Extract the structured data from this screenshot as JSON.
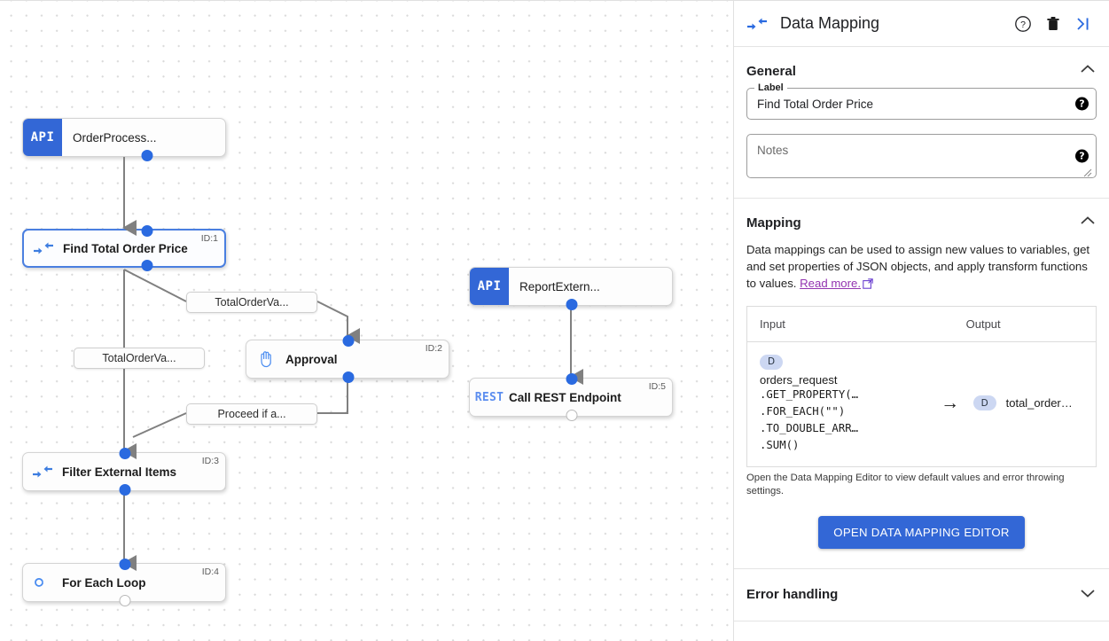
{
  "canvas": {
    "nodes": [
      {
        "key": "order-process",
        "icon": "api-badge-icon",
        "badge": "API",
        "title": "OrderProcess...",
        "id_label": ""
      },
      {
        "key": "find-total",
        "icon": "data-mapping-icon",
        "badge": "",
        "title": "Find Total Order Price",
        "id_label": "ID:1"
      },
      {
        "key": "approval",
        "icon": "hand-approval-icon",
        "badge": "",
        "title": "Approval",
        "id_label": "ID:2"
      },
      {
        "key": "filter-external",
        "icon": "data-mapping-icon",
        "badge": "",
        "title": "Filter External Items",
        "id_label": "ID:3"
      },
      {
        "key": "for-each-loop",
        "icon": "loop-infinity-icon",
        "badge": "",
        "title": "For Each Loop",
        "id_label": "ID:4"
      },
      {
        "key": "report-extern",
        "icon": "api-badge-icon",
        "badge": "API",
        "title": "ReportExtern...",
        "id_label": ""
      },
      {
        "key": "call-rest-endpoint",
        "icon": "rest-badge-icon",
        "badge": "REST",
        "title": "Call REST Endpoint",
        "id_label": "ID:5"
      }
    ],
    "edge_labels": [
      {
        "key": "total-order-va-1",
        "text": "TotalOrderVa..."
      },
      {
        "key": "total-order-va-2",
        "text": "TotalOrderVa..."
      },
      {
        "key": "proceed-if-a",
        "text": "Proceed if a..."
      }
    ]
  },
  "panel": {
    "title": "Data Mapping",
    "header_icons": {
      "leading": "data-mapping-icon",
      "help": "help-circle-icon",
      "delete": "trash-icon",
      "collapse": "collapse-panel-icon"
    },
    "general": {
      "heading": "General",
      "collapse_state": "expanded",
      "label_legend": "Label",
      "label_value": "Find Total Order Price",
      "notes_placeholder": "Notes"
    },
    "mapping": {
      "heading": "Mapping",
      "collapse_state": "expanded",
      "description_part1": "Data mappings can be used to assign new values to variables, get and set properties of JSON objects, and apply transform functions to values. ",
      "read_more": "Read more.",
      "table": {
        "columns": [
          "Input",
          "Output"
        ],
        "rows": [
          {
            "input_badge": "D",
            "input_var": "orders_request",
            "input_code": [
              ".GET_PROPERTY(…",
              ".FOR_EACH(\"\")",
              ".TO_DOUBLE_ARR…",
              ".SUM()"
            ],
            "arrow": "→",
            "output_badge": "D",
            "output_var": "total_order…"
          }
        ]
      },
      "hint": "Open the Data Mapping Editor to view default values and error throwing settings.",
      "editor_button": "OPEN DATA MAPPING EDITOR"
    },
    "error_handling": {
      "heading": "Error handling",
      "collapse_state": "collapsed"
    }
  },
  "colors": {
    "accent_blue": "#3367d6",
    "port_blue": "#2a6ae0",
    "link_purple": "#9334b0",
    "rest_blue": "#5b8def",
    "badge_lavender": "#ccd7f2"
  }
}
